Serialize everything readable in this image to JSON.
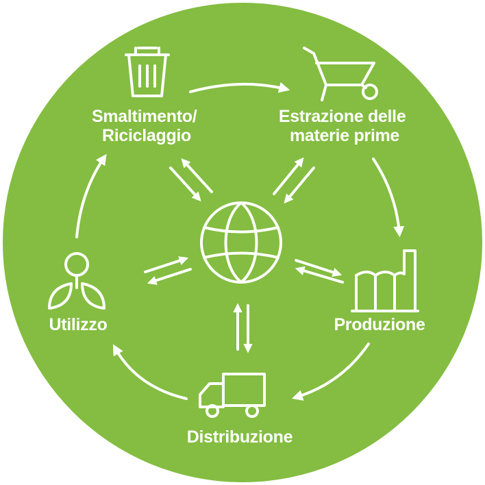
{
  "diagram": {
    "background_color": "#84bd41",
    "foreground_color": "#ffffff",
    "center_icon": "globe-icon",
    "stages": [
      {
        "id": "smaltimento",
        "lines": [
          "Smaltimento/",
          "Riciclaggio"
        ],
        "icon": "trash-bin-icon"
      },
      {
        "id": "estrazione",
        "lines": [
          "Estrazione delle",
          "materie prime"
        ],
        "icon": "wheelbarrow-icon"
      },
      {
        "id": "produzione",
        "lines": [
          "Produzione"
        ],
        "icon": "factory-icon"
      },
      {
        "id": "distribuzione",
        "lines": [
          "Distribuzione"
        ],
        "icon": "delivery-truck-icon"
      },
      {
        "id": "utilizzo",
        "lines": [
          "Utilizzo"
        ],
        "icon": "people-icon"
      }
    ],
    "cycle_direction": "clockwise"
  }
}
